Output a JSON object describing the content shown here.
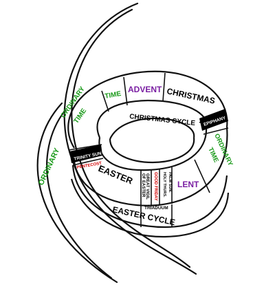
{
  "colors": {
    "background": "#ffffff",
    "outline": "#111111",
    "dark_band": "#000000",
    "ordinary_time": "#1a9a1a",
    "advent_lent": "#7a1fa2",
    "cycle_text": "#000000",
    "pentecost_red": "#d40000",
    "good_friday_red": "#d40000"
  },
  "outer_arms": {
    "ordinary_left": "ORDINARY",
    "ordinary_time_upper_1": "ORDINARY",
    "ordinary_time_upper_2": "TIME",
    "time_fragment": "TIME"
  },
  "top_band": {
    "advent": "ADVENT",
    "christmas": "CHRISTMAS",
    "epiphany": "EPIPHANY"
  },
  "inner_band": {
    "christmas_cycle": "CHRISTMAS CYCLE"
  },
  "right_band": {
    "ordinary_time_1": "ORDINARY",
    "ordinary_time_2": "TIME"
  },
  "lower_band": {
    "trinity_sun": "TRINITY SUN",
    "pentecost": "PENTECOST",
    "easter": "EASTER",
    "great_vigil_1": "GREAT VIGIL",
    "great_vigil_2": "OF EASTER",
    "good_friday": "GOOD FRIDAY",
    "holy_thursday": "HOLY THURS.",
    "palm_sunday": "PALM SUN.",
    "lent": "LENT",
    "triduum": "TRIADUUM"
  },
  "bottom_band": {
    "easter_cycle": "EASTER CYCLE"
  }
}
